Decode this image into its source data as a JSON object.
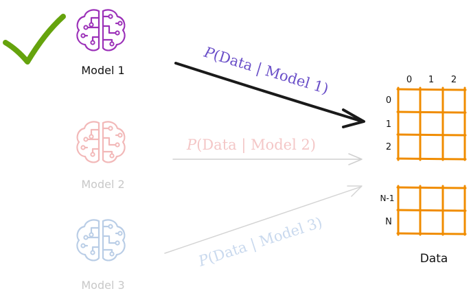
{
  "models": [
    {
      "label": "Model 1",
      "color": "#9b30b8",
      "label_color": "#111111",
      "selected": true
    },
    {
      "label": "Model 2",
      "color": "#f2b8b8",
      "label_color": "#c8c8c8",
      "selected": false
    },
    {
      "label": "Model 3",
      "color": "#b9cde6",
      "label_color": "#c8c8c8",
      "selected": false
    }
  ],
  "arrows": [
    {
      "p": "P",
      "text": "(Data | Model 1)",
      "color": "#6a4fc8",
      "arrow_color": "#1a1a1a"
    },
    {
      "p": "P",
      "text": "(Data | Model 2)",
      "color": "#f4c7c7",
      "arrow_color": "#cfcfcf"
    },
    {
      "p": "P",
      "text": "(Data | Model 3)",
      "color": "#c9d9ee",
      "arrow_color": "#d4d4d4"
    }
  ],
  "grid": {
    "color": "#f08c00",
    "col_labels": [
      "0",
      "1",
      "2"
    ],
    "row_labels_top": [
      "0",
      "1",
      "2"
    ],
    "row_labels_bottom": [
      "N-1",
      "N"
    ],
    "title": "Data"
  },
  "check_color": "#65a30d"
}
